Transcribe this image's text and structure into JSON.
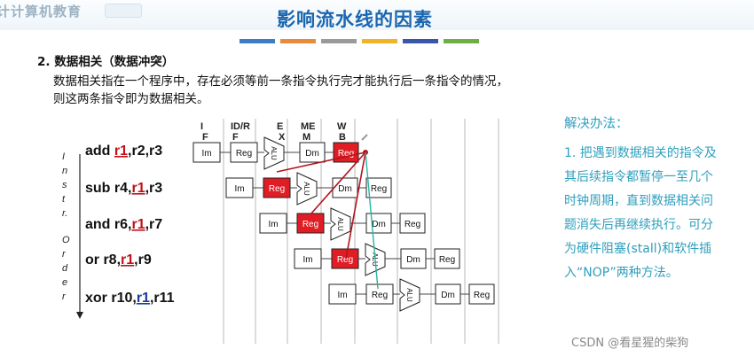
{
  "brand": "计计算机教育",
  "title": "影响流水线的因素",
  "colors": [
    "#3e7cc4",
    "#e88b3a",
    "#9a9a9a",
    "#f0b429",
    "#3a56a8",
    "#6fae45"
  ],
  "section_heading": "2. 数据相关（数据冲突）",
  "description": [
    "数据相关指在一个程序中，存在必须等前一条指令执行完才能执行后一条指令的情况，",
    "则这两条指令即为数据相关。"
  ],
  "diagram": {
    "stage_headers": [
      {
        "top": "I",
        "bottom": "F"
      },
      {
        "top": "ID/R",
        "bottom": "F"
      },
      {
        "top": "E",
        "bottom": "X"
      },
      {
        "top": "ME",
        "bottom": "M"
      },
      {
        "top": "W",
        "bottom": "B"
      }
    ],
    "axis_label": [
      "I",
      "n",
      "s",
      "t",
      "r.",
      "O",
      "r",
      "d",
      "e",
      "r"
    ],
    "instructions": [
      {
        "op": "add",
        "pre": " ",
        "reg": "r1",
        "post": ",r2,r3"
      },
      {
        "op": "sub",
        "pre": " r4,",
        "reg": "r1",
        "post": ",r3"
      },
      {
        "op": "and",
        "pre": " r6,",
        "reg": "r1",
        "post": ",r7"
      },
      {
        "op": "or",
        "pre": "   r8,",
        "reg": "r1",
        "post": ",r9"
      },
      {
        "op": "xor",
        "pre": " r10,",
        "reg": "r1",
        "post": ",r11"
      }
    ],
    "box_labels": {
      "im": "Im",
      "reg": "Reg",
      "dm": "Dm",
      "alu": "ALU"
    }
  },
  "solution": {
    "title": "解决办法：",
    "lines": [
      "1. 把遇到数据相关的指令及",
      "其后续指令都暂停一至几个",
      "时钟周期，直到数据相关问",
      "题消失后再继续执行。可分",
      "为硬件阻塞(stall)和软件插",
      "入“NOP”两种方法。"
    ]
  },
  "watermark": "CSDN @看星猩的柴狗"
}
